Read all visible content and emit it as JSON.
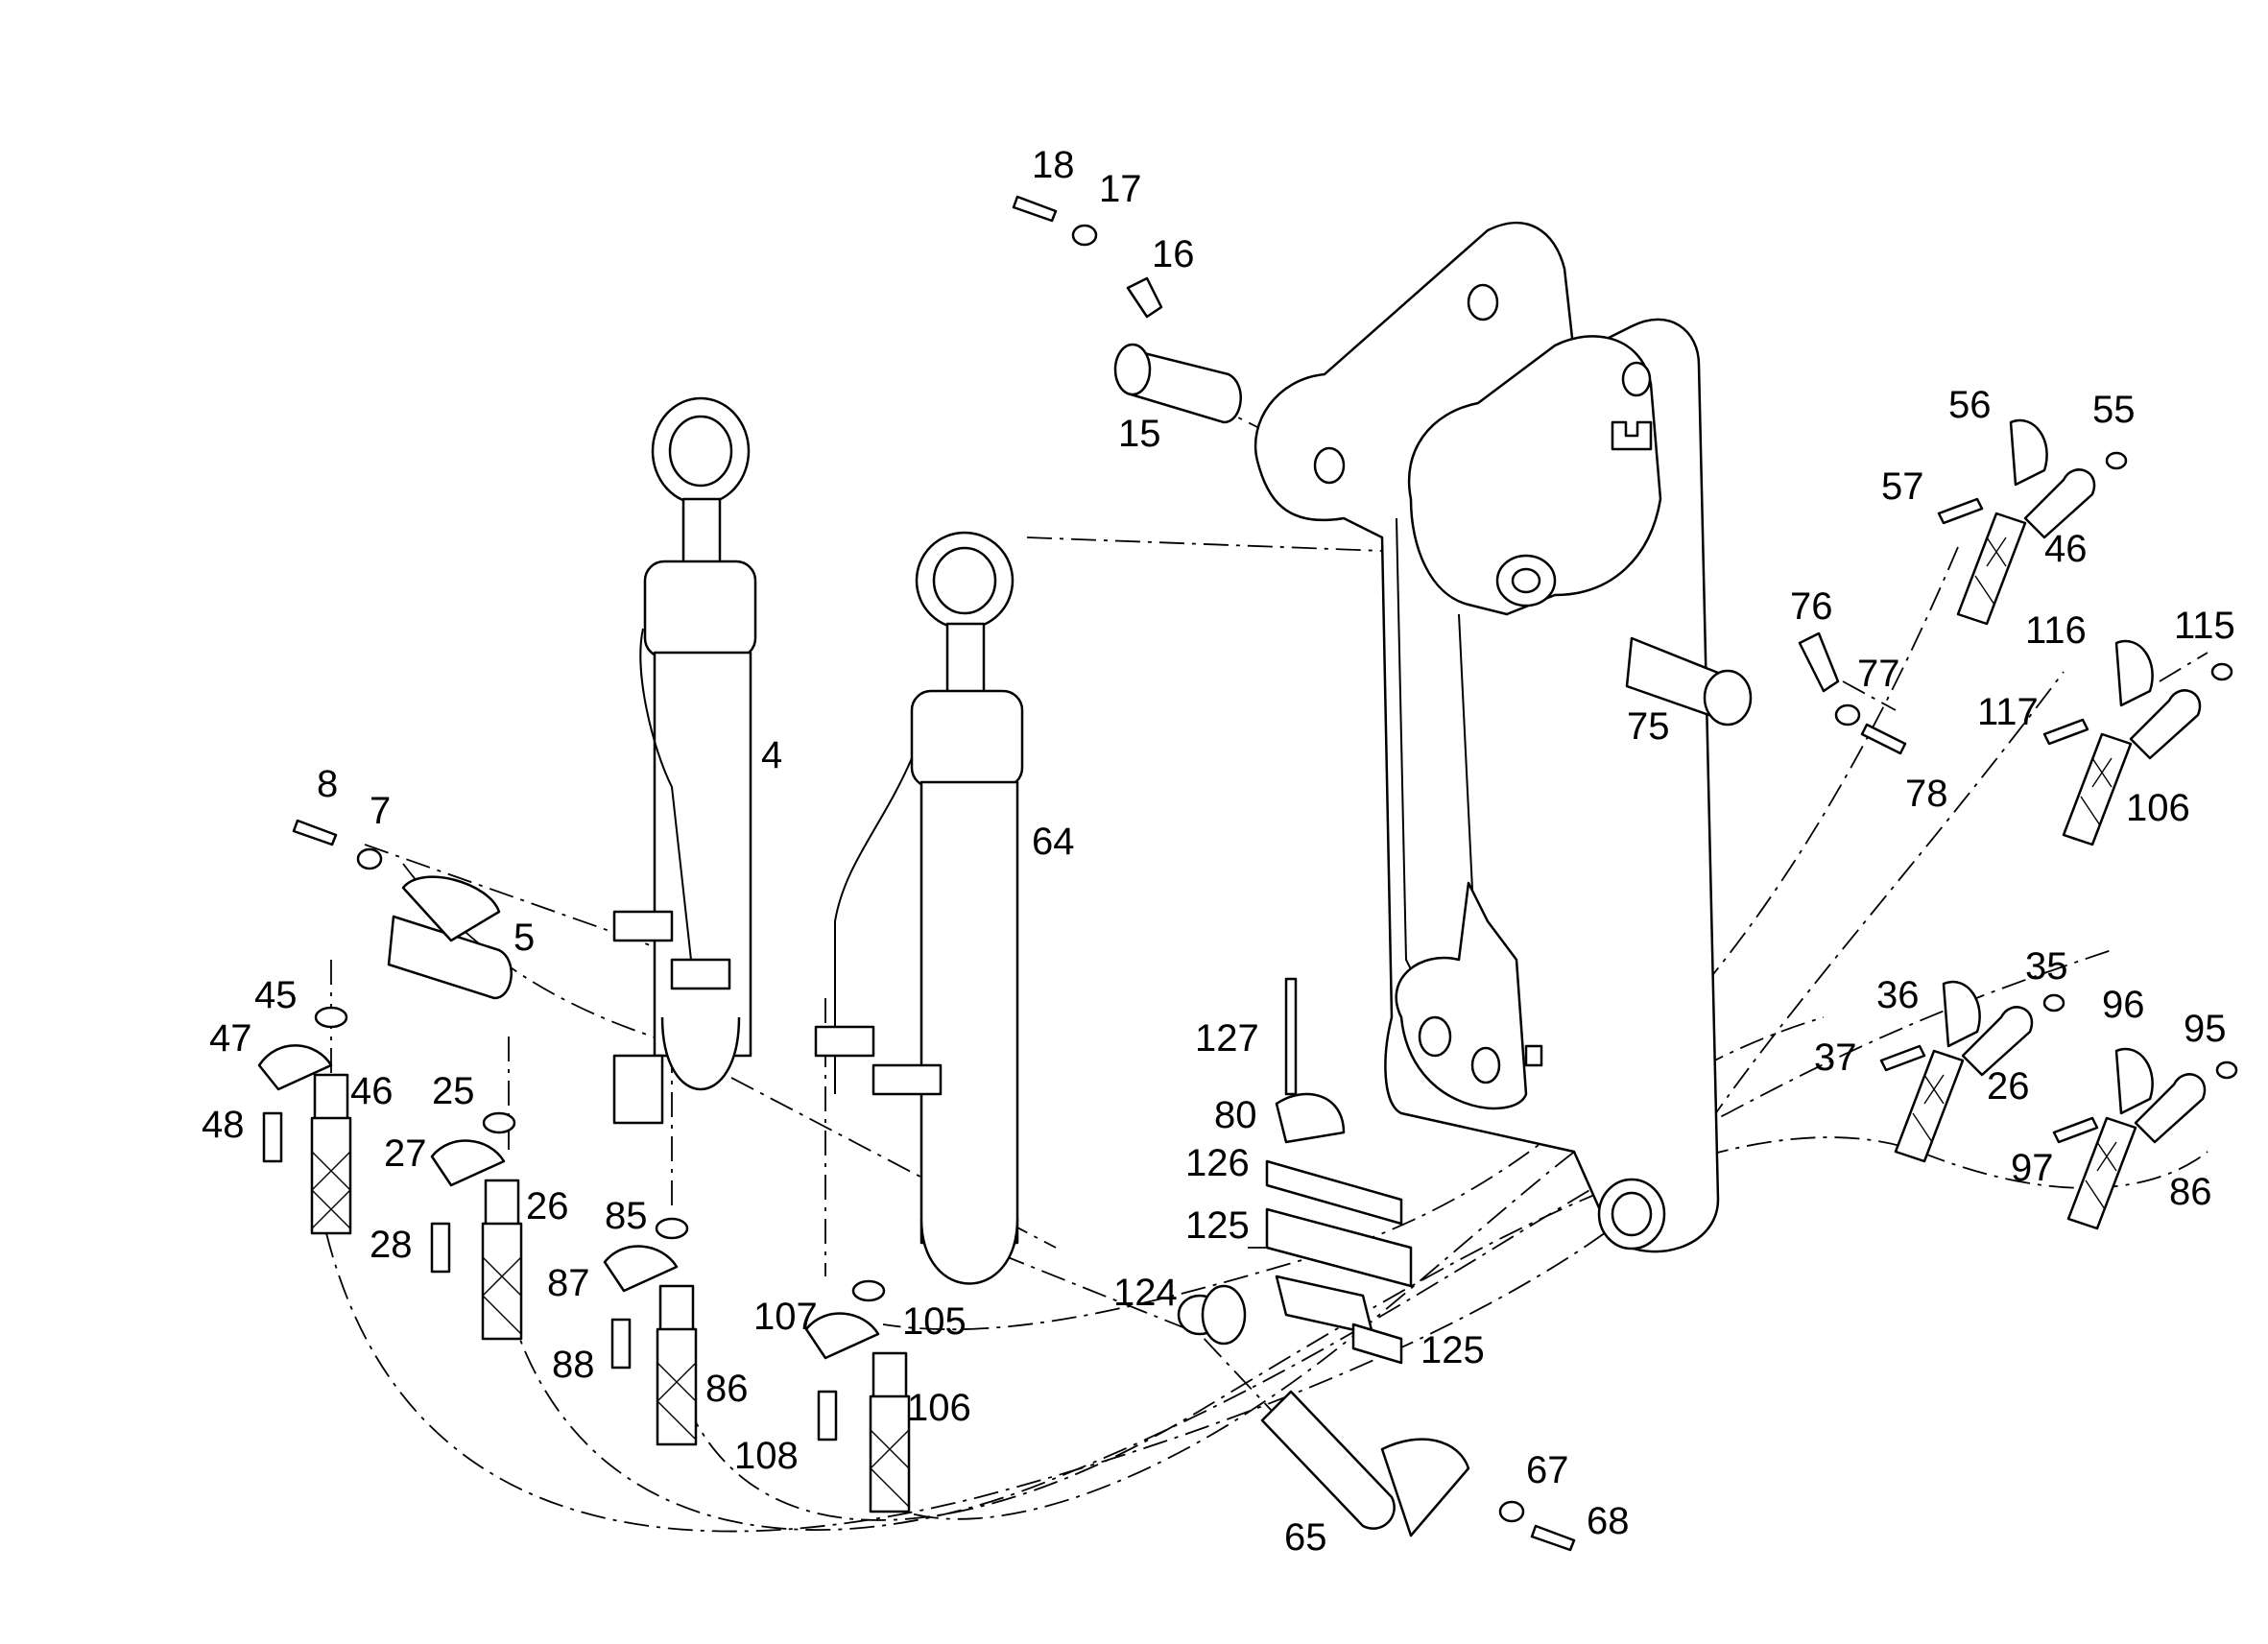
{
  "part_labels": {
    "p4": "4",
    "p5": "5",
    "p7": "7",
    "p8": "8",
    "p15": "15",
    "p16": "16",
    "p17": "17",
    "p18": "18",
    "p25": "25",
    "p26a": "26",
    "p26b": "26",
    "p27": "27",
    "p28": "28",
    "p35": "35",
    "p36": "36",
    "p37": "37",
    "p45": "45",
    "p46a": "46",
    "p46b": "46",
    "p47": "47",
    "p48": "48",
    "p55": "55",
    "p56": "56",
    "p57": "57",
    "p64": "64",
    "p65": "65",
    "p67": "67",
    "p68": "68",
    "p75": "75",
    "p76": "76",
    "p77": "77",
    "p78": "78",
    "p80": "80",
    "p85": "85",
    "p86a": "86",
    "p86b": "86",
    "p87": "87",
    "p88": "88",
    "p95": "95",
    "p96": "96",
    "p97": "97",
    "p105": "105",
    "p106a": "106",
    "p106b": "106",
    "p107": "107",
    "p108": "108",
    "p115": "115",
    "p116": "116",
    "p117": "117",
    "p124": "124",
    "p125a": "125",
    "p125b": "125",
    "p126": "126",
    "p127": "127"
  }
}
